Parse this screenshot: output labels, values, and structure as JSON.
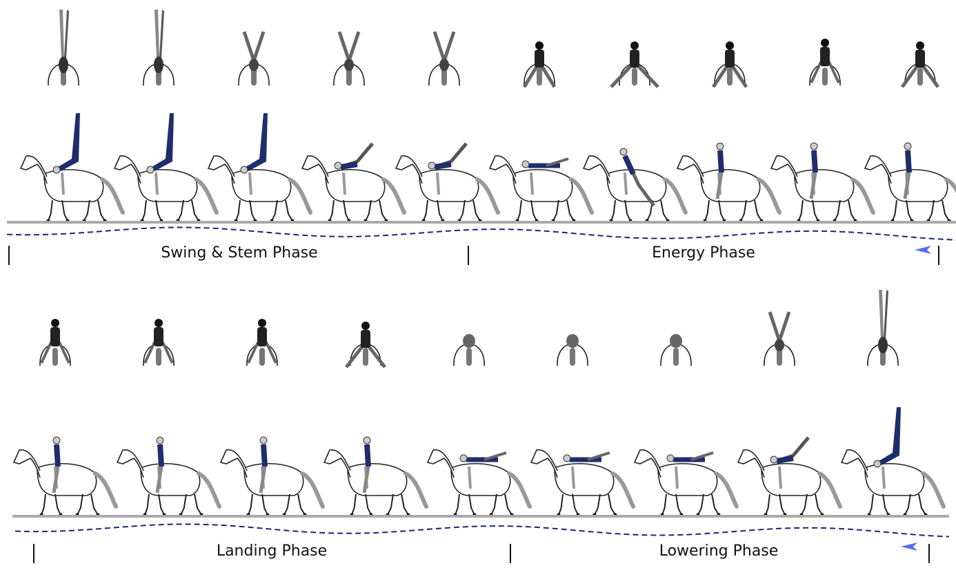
{
  "figure": {
    "rows": [
      {
        "id": "row1",
        "phases": [
          {
            "label": "Swing & Stem Phase"
          },
          {
            "label": "Energy Phase"
          }
        ],
        "frames": 10
      },
      {
        "id": "row2",
        "phases": [
          {
            "label": "Landing Phase"
          },
          {
            "label": "Lowering Phase"
          }
        ],
        "frames": 9
      }
    ],
    "colors": {
      "line": "#222222",
      "ground": "#aaaaaa",
      "wave": "#1a237e",
      "vaulter_dark": "#1f2d6b",
      "vaulter_grey": "#888888",
      "arrow": "#5a6cf0"
    },
    "icons": [
      "horse-side-icon",
      "horse-rear-icon",
      "vaulter-icon",
      "direction-arrow-icon"
    ]
  }
}
